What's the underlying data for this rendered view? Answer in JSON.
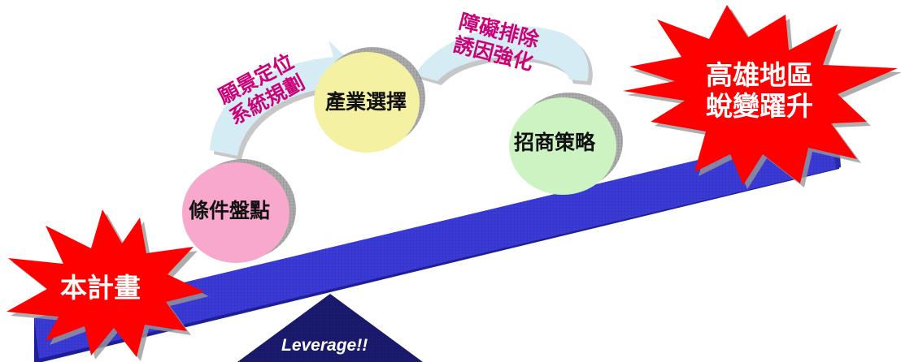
{
  "start_star": {
    "label": "本計畫",
    "fill": "#ff0000"
  },
  "end_star": {
    "line1": "高雄地區",
    "line2": "蛻變躍升",
    "fill": "#ff0000"
  },
  "steps": [
    {
      "label": "條件盤點",
      "fill": "#f7a8cc"
    },
    {
      "label": "產業選擇",
      "fill": "#f4f1a2"
    },
    {
      "label": "招商策略",
      "fill": "#cdf3c3"
    }
  ],
  "arrows": [
    {
      "line1": "願景定位",
      "line2": "系統規劃"
    },
    {
      "line1": "障礙排除",
      "line2": "誘因強化"
    }
  ],
  "fulcrum": {
    "label": "Leverage!!",
    "fill": "#1a1a6e"
  },
  "colors": {
    "lever": "#3b3bd9",
    "arrow_fill": "#d6ecf4",
    "arrow_text": "#cc0077"
  }
}
